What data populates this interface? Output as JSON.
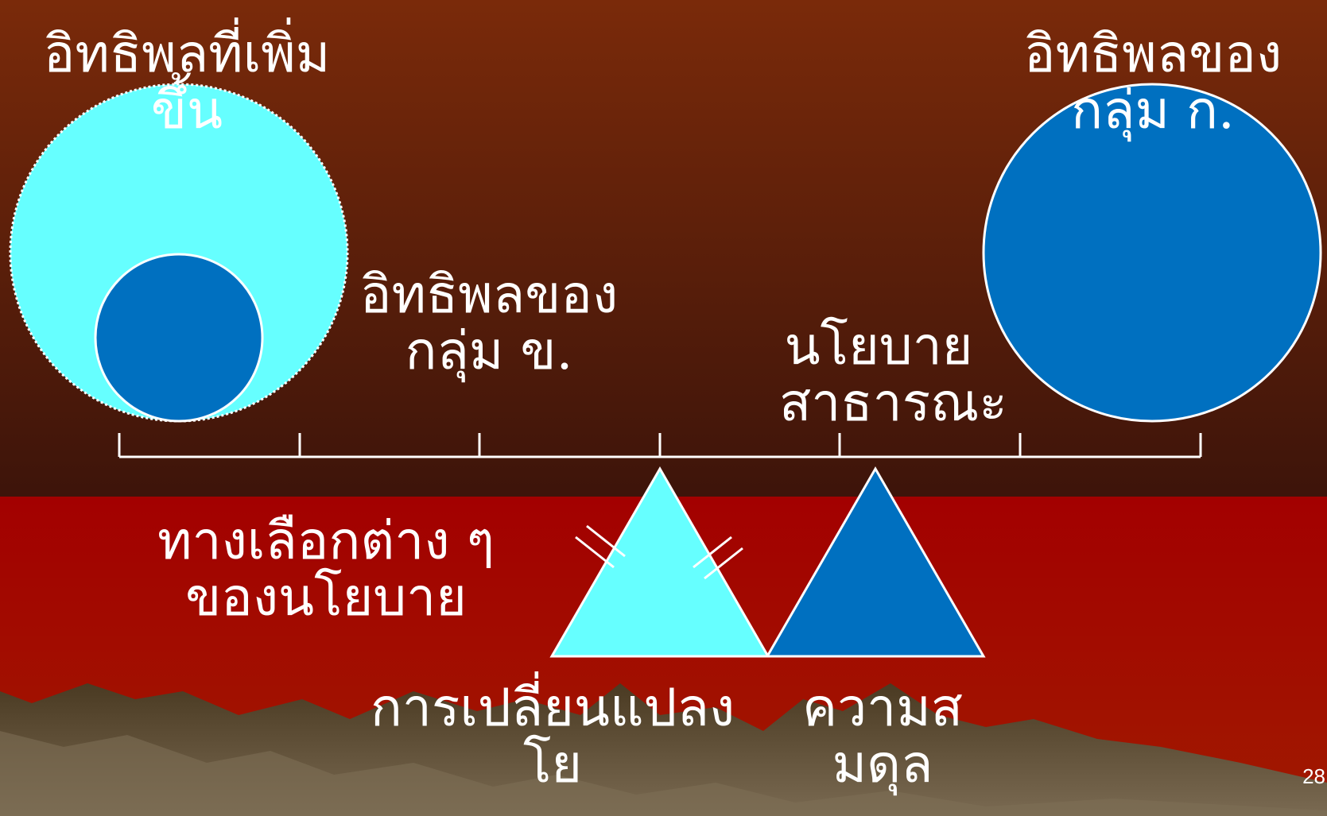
{
  "labels": {
    "increased_influence": "อิทธิพลที่เพิ่มขึ้น",
    "group_a_influence": "อิทธิพลของกลุ่ม ก.",
    "group_b_influence": "อิทธิพลของกลุ่ม ข.",
    "public_policy": "นโยบายสาธารณะ",
    "policy_alternatives": "ทางเลือกต่าง ๆ ของนโยบาย",
    "policy_change": "การเปลี่ยนแปลงโย",
    "equilibrium": "ความสมดุล"
  },
  "page_number": "28",
  "colors": {
    "light_cyan": "#66ffff",
    "blue": "#0070c0",
    "sky_top": "#7a2a0a",
    "sky_bottom": "#3d140a",
    "band_red": "#a00000",
    "mountain": "#6b5a3e"
  }
}
